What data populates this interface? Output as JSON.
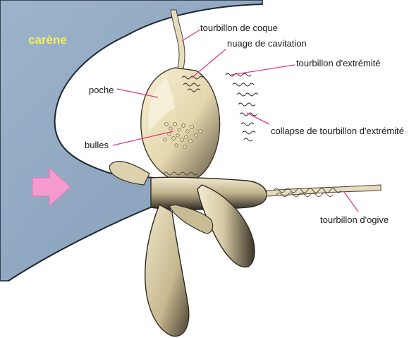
{
  "title": "carène",
  "labels": {
    "hull_vortex": "tourbillon de coque",
    "cavitation_cloud": "nuage de cavitation",
    "tip_vortex": "tourbillon d'extrémité",
    "pocket": "poche",
    "bubbles": "bulles",
    "tip_vortex_collapse": "collapse de tourbillon d'extrémité",
    "hub_vortex": "tourbillon d'ogive"
  },
  "colors": {
    "hull": "#8ea6c0",
    "hull_outline": "#1c2833",
    "blade": "#d8ccaa",
    "blade_dark": "#3b3428",
    "flow_arrow": "#f59ad0",
    "title": "#f2ee55",
    "leader_line": "#e8368c"
  },
  "icons": {
    "flow_arrow": "flow-direction-arrow-icon"
  }
}
